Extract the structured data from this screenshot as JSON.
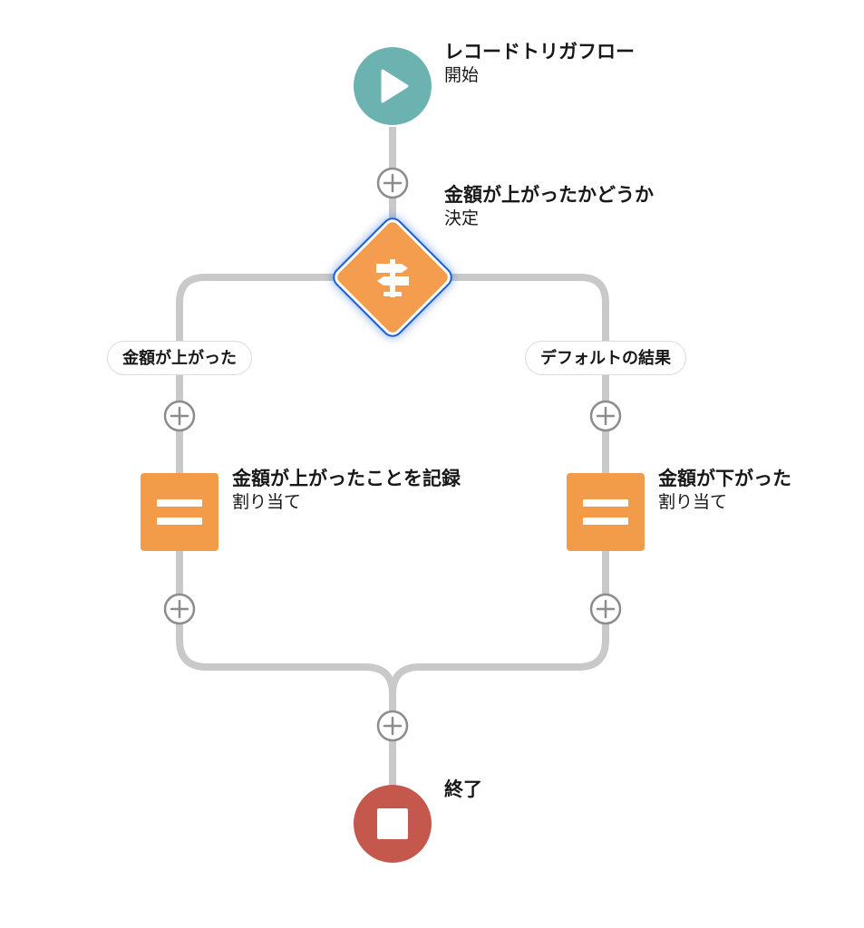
{
  "flow": {
    "start": {
      "title": "レコードトリガフロー",
      "type": "開始",
      "icon": "play-icon",
      "color": "#6cb2b0"
    },
    "decision": {
      "title": "金額が上がったかどうか",
      "type": "決定",
      "icon": "signpost-icon",
      "color": "#f49d4e"
    },
    "branches": {
      "left": {
        "label": "金額が上がった"
      },
      "right": {
        "label": "デフォルトの結果"
      }
    },
    "assign_left": {
      "title": "金額が上がったことを記録",
      "type": "割り当て",
      "icon": "equals-icon",
      "color": "#f29b48"
    },
    "assign_right": {
      "title": "金額が下がった",
      "type": "割り当て",
      "icon": "equals-icon",
      "color": "#f29b48"
    },
    "end": {
      "title": "終了",
      "icon": "stop-icon",
      "color": "#c4584d"
    }
  },
  "colors": {
    "connector": "#c9c9c9",
    "add_button_border": "#8c8c8c",
    "selection": "#1b5fd8"
  }
}
